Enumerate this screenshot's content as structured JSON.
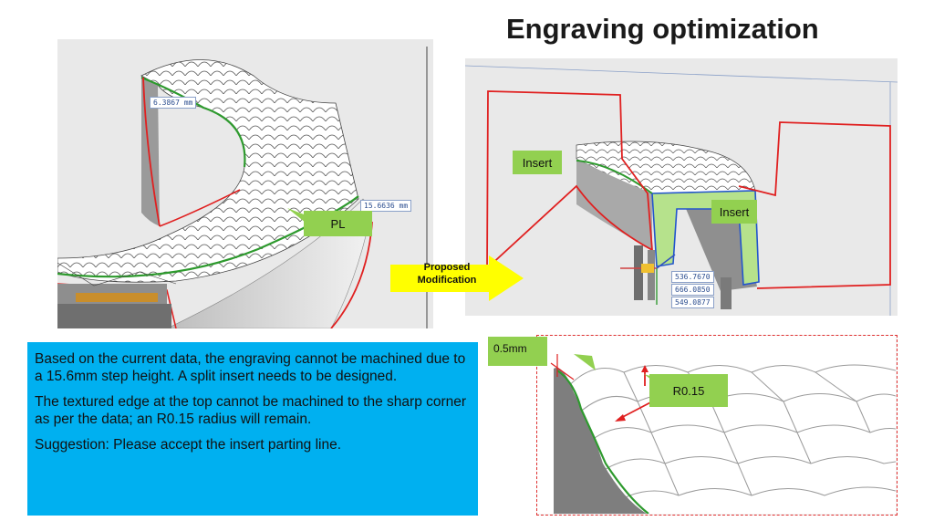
{
  "slide": {
    "title": "Engraving optimization"
  },
  "cad_left": {
    "dim_top": "6.3867 mm",
    "dim_right": "15.6636 mm",
    "pl_tag": "PL"
  },
  "cad_right": {
    "insert_left": "Insert",
    "insert_right": "Insert",
    "coords": [
      "536.7670",
      "666.0850",
      "549.0877"
    ]
  },
  "arrow": {
    "label_line1": "Proposed",
    "label_line2": "Modification"
  },
  "detail": {
    "thickness_tag": "0.5mm",
    "radius_tag": "R0.15"
  },
  "text_box": {
    "paragraph1": "Based on the current data, the engraving cannot be machined due to a 15.6mm step height. A split insert needs to be designed.",
    "paragraph2": "The textured edge at the top cannot be machined to the sharp corner as per the data; an R0.15 radius will remain.",
    "paragraph3": "Suggestion: Please accept the insert parting line."
  },
  "colors": {
    "note_background": "#00b0f0",
    "tag_green": "#92d050",
    "arrow_yellow": "#ffff00",
    "parting_line_red": "#e02020",
    "edge_green": "#2e9a2e"
  }
}
